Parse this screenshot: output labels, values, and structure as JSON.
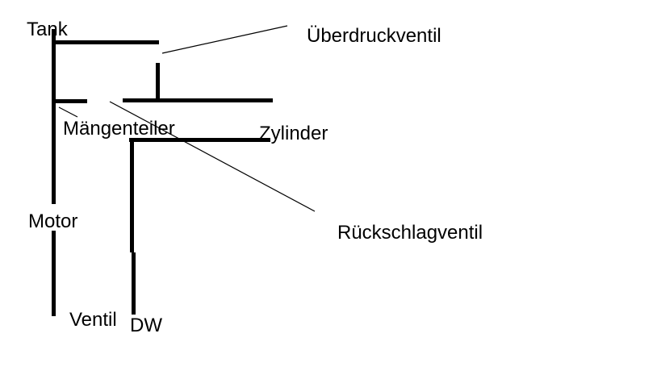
{
  "diagram": {
    "background_color": "#ffffff",
    "line_color": "#000000",
    "text_color": "#000000",
    "labels": {
      "tank": "Tank",
      "ueberdruckventil": "Überdruckventil",
      "maengenteiler": "Mängenteiler",
      "zylinder": "Zylinder",
      "motor": "Motor",
      "rueckschlagventil": "Rückschlagventil",
      "ventil": "Ventil",
      "dw": "DW"
    }
  }
}
